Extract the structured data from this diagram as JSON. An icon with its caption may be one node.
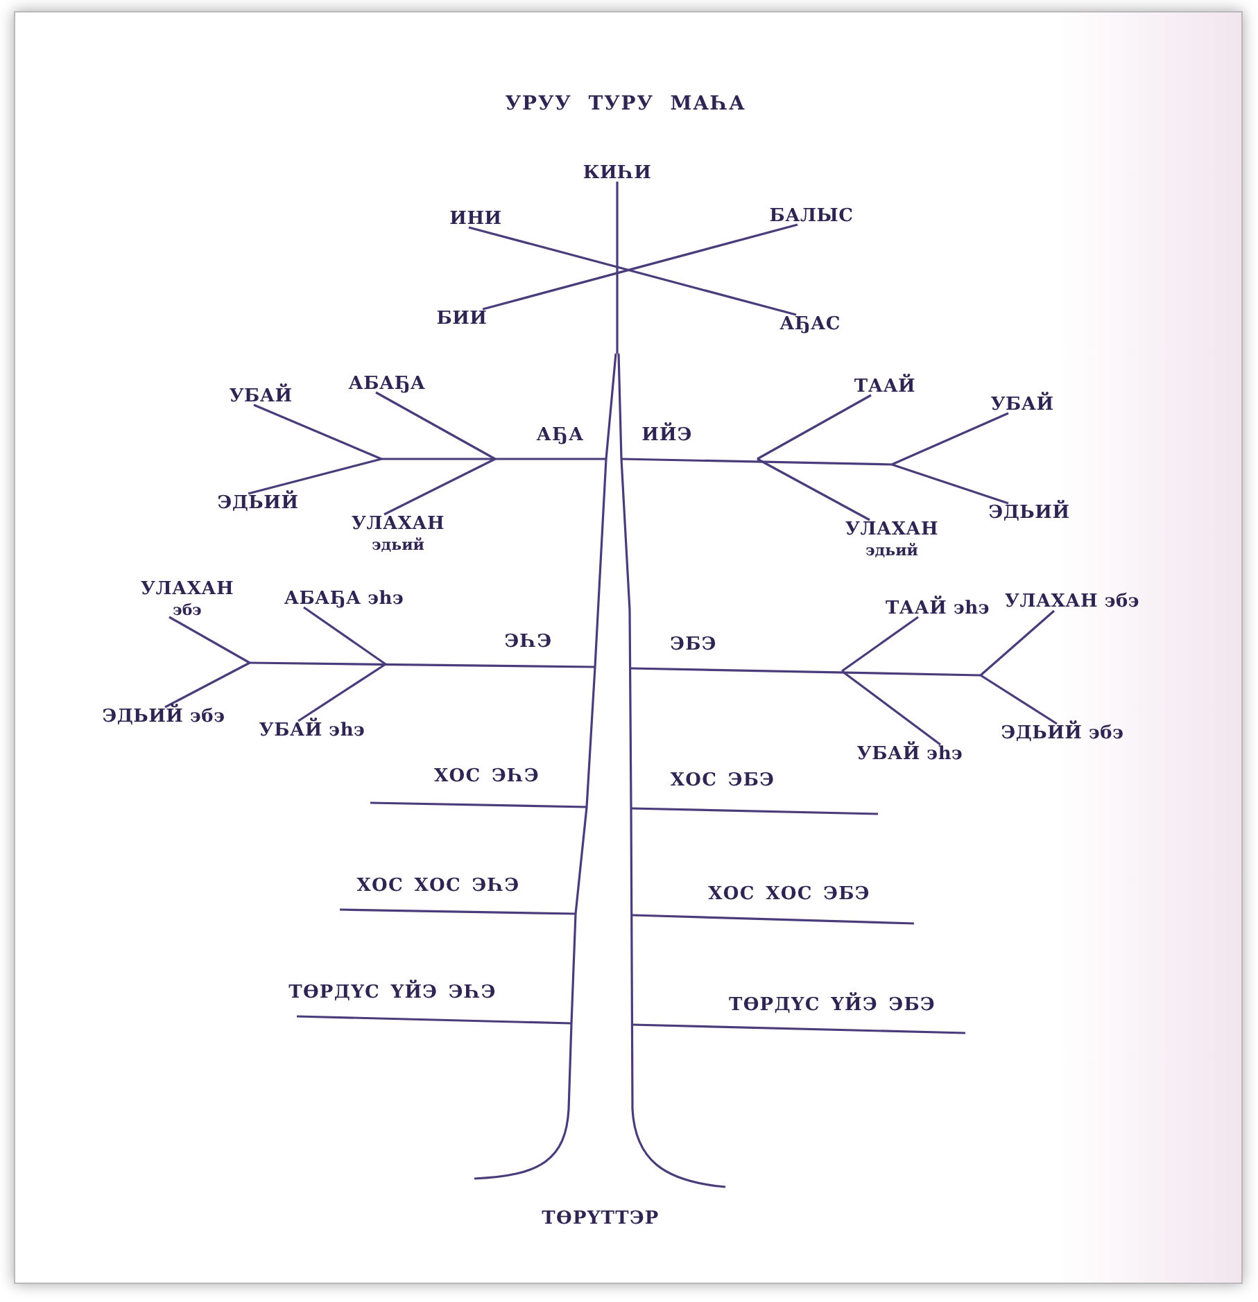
{
  "diagram": {
    "title": "УРУУ ТУРУ МАҺА",
    "nodes": [
      {
        "text": [
          "КИҺИ"
        ]
      },
      {
        "text": [
          "ИНИ"
        ]
      },
      {
        "text": [
          "БАЛЫС"
        ]
      },
      {
        "text": [
          "БИИ"
        ]
      },
      {
        "text": [
          "АҔАС"
        ]
      },
      {
        "text": [
          "УБАЙ"
        ]
      },
      {
        "text": [
          "АБАҔА"
        ]
      },
      {
        "text": [
          "ТААЙ"
        ]
      },
      {
        "text": [
          "УБАЙ"
        ]
      },
      {
        "text": [
          "ЭДЬИЙ"
        ]
      },
      {
        "text": [
          "УЛАХАН",
          "эдьий"
        ]
      },
      {
        "text": [
          "УЛАХАН",
          "эдьий"
        ]
      },
      {
        "text": [
          "ЭДЬИЙ"
        ]
      },
      {
        "text": [
          "УЛАХАН",
          "эбэ"
        ]
      },
      {
        "text": [
          "АБАҔА эһэ"
        ]
      },
      {
        "text": [
          "ТААЙ эһэ"
        ]
      },
      {
        "text": [
          "УЛАХАН эбэ"
        ]
      },
      {
        "text": [
          "ЭДЬИЙ эбэ"
        ]
      },
      {
        "text": [
          "УБАЙ эһэ"
        ]
      },
      {
        "text": [
          "УБАЙ эһэ"
        ]
      },
      {
        "text": [
          "ЭДЬИЙ эбэ"
        ]
      }
    ],
    "edges": [
      {
        "from": null,
        "to": 0,
        "arrow": "none"
      },
      {
        "from": 1,
        "to": 4,
        "arrow": "none"
      },
      {
        "from": 3,
        "to": 2,
        "arrow": "none"
      },
      {
        "from": null,
        "to": 6,
        "arrow": "none"
      },
      {
        "from": null,
        "to": 10,
        "arrow": "none"
      },
      {
        "from": null,
        "to": 5,
        "arrow": "none"
      },
      {
        "from": null,
        "to": 9,
        "arrow": "none"
      },
      {
        "from": null,
        "to": 7,
        "arrow": "none"
      },
      {
        "from": null,
        "to": 11,
        "arrow": "none"
      },
      {
        "from": null,
        "to": 8,
        "arrow": "none"
      },
      {
        "from": null,
        "to": 12,
        "arrow": "none"
      },
      {
        "from": null,
        "to": 14,
        "arrow": "none"
      },
      {
        "from": null,
        "to": 18,
        "arrow": "none"
      },
      {
        "from": null,
        "to": 13,
        "arrow": "none"
      },
      {
        "from": null,
        "to": 17,
        "arrow": "none"
      },
      {
        "from": null,
        "to": 15,
        "arrow": "none"
      },
      {
        "from": null,
        "to": 19,
        "arrow": "none"
      },
      {
        "from": null,
        "to": 16,
        "arrow": "none"
      },
      {
        "from": null,
        "to": 20,
        "arrow": "none"
      }
    ],
    "labels": [
      "АҔА",
      "ИЙЭ",
      "ЭҺЭ",
      "ЭБЭ",
      "ХОС ЭҺЭ",
      "ХОС ЭБЭ",
      "ХОС ХОС ЭҺЭ",
      "ХОС ХОС ЭБЭ",
      "ТӨРДҮС ҮЙЭ ЭҺЭ",
      "ТӨРДҮС ҮЙЭ ЭБЭ",
      "ТӨРҮТТЭР"
    ]
  }
}
